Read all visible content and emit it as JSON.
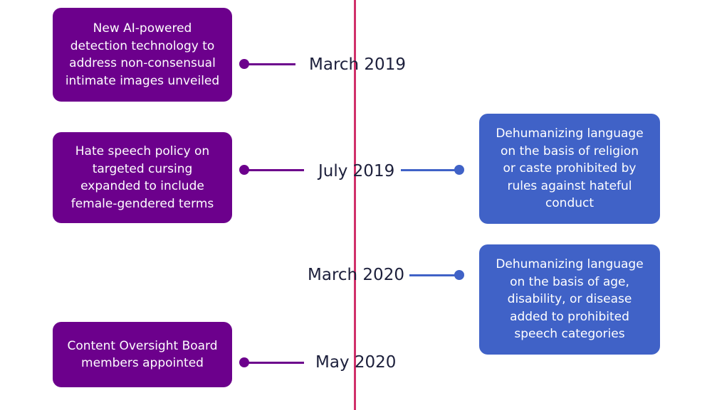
{
  "colors": {
    "axis": "#d0306a",
    "left_box": "#6c008c",
    "right_box": "#4062c7",
    "date_text": "#1c1f3b"
  },
  "events": [
    {
      "date": "March 2019",
      "left_text": "New AI-powered\ndetection technology to\naddress non-consensual\nintimate images unveiled"
    },
    {
      "date": "July 2019",
      "left_text": "Hate speech policy on\ntargeted cursing\nexpanded to include\nfemale-gendered terms",
      "right_text": "Dehumanizing language\non the basis of religion\nor caste prohibited by\nrules against hateful\nconduct"
    },
    {
      "date": "March 2020",
      "right_text": "Dehumanizing language\non the basis of age,\ndisability, or disease\nadded to prohibited\nspeech categories"
    },
    {
      "date": "May 2020",
      "left_text": "Content Oversight Board\nmembers appointed"
    }
  ]
}
